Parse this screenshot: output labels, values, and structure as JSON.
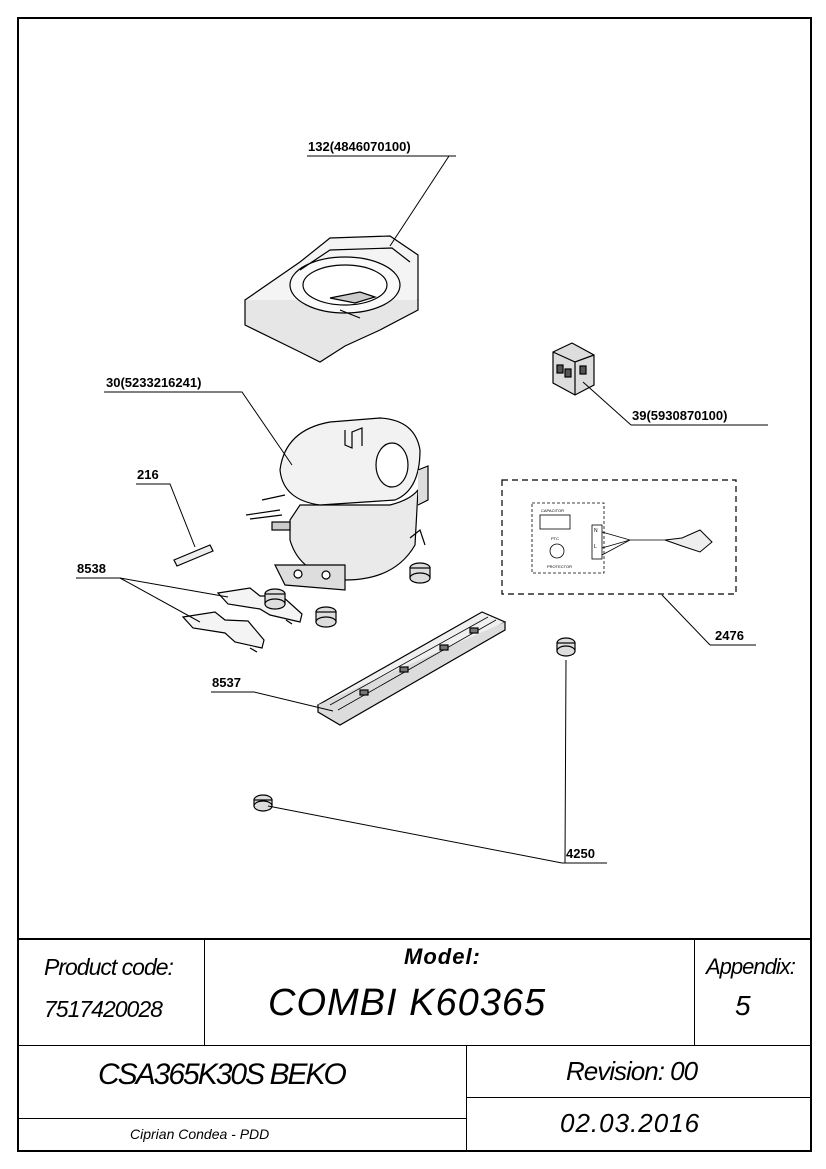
{
  "callouts": {
    "cover": "132(4846070100)",
    "compressor": "30(5233216241)",
    "relay": "39(5930870100)",
    "pin": "216",
    "clip": "8538",
    "cable_kit": "2476",
    "mounting_plate": "8537",
    "grommet": "4250"
  },
  "cable_kit_labels": {
    "capacitor": "CAPACITOR",
    "ptc": "PTC",
    "protector": "PROTECTOR",
    "terminal_n": "N",
    "terminal_l": "L"
  },
  "title_block": {
    "product_code_label": "Product code:",
    "product_code": "7517420028",
    "model_label": "Model:",
    "model": "COMBI K60365",
    "appendix_label": "Appendix:",
    "appendix": "5",
    "part_name": "CSA365K30S BEKO",
    "revision": "Revision: 00",
    "author": "Ciprian Condea - PDD",
    "date": "02.03.2016"
  }
}
